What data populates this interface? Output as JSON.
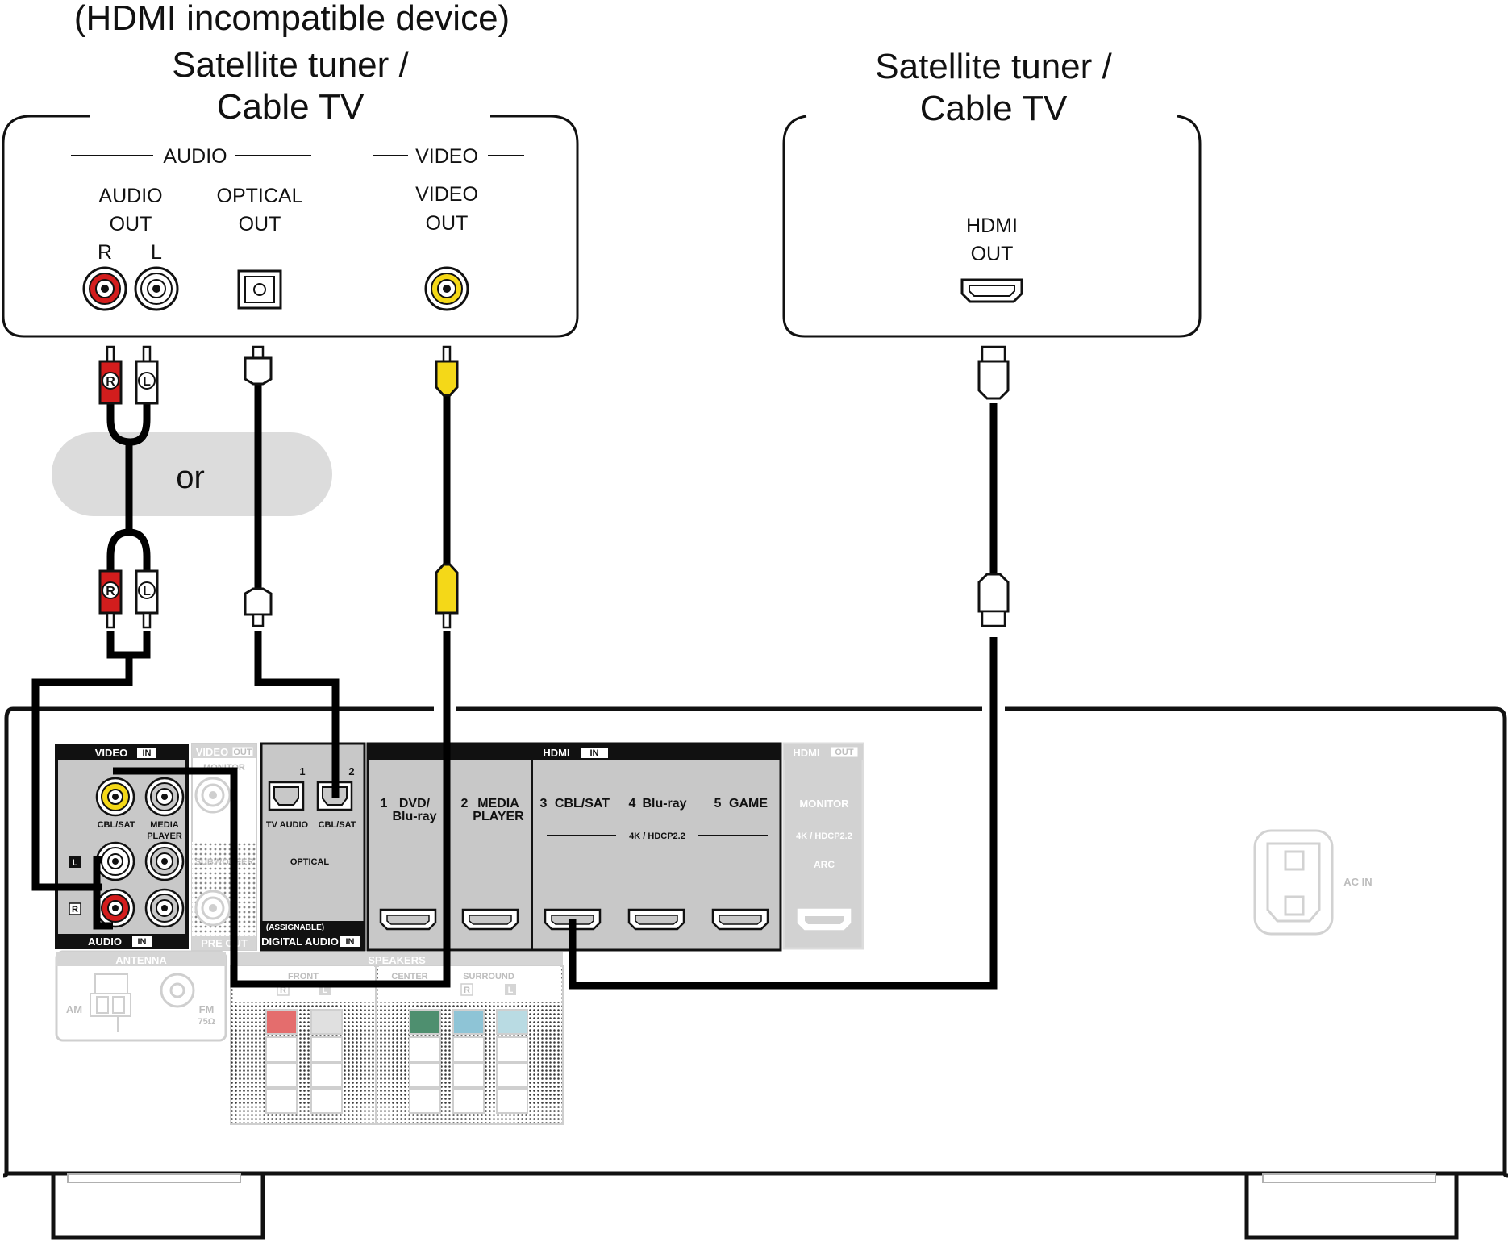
{
  "colors": {
    "red_jack": "#d31d1d",
    "yellow_jack": "#f4d818",
    "white_jack": "#ffffff",
    "panel_gray": "#c8c8c8",
    "panel_dark": "#111111",
    "faded_gray": "#bdbdbd",
    "or_band": "#dcdcdc",
    "sp_red": "#e46d6d",
    "sp_green": "#4e8f6f",
    "sp_blue": "#8ec4d6",
    "sp_lightblue": "#b9dbe3"
  },
  "left_device": {
    "note": "(HDMI incompatible device)",
    "title_line1": "Satellite tuner /",
    "title_line2": "Cable TV",
    "audio_group": "AUDIO",
    "video_group": "VIDEO",
    "audio_out_line1": "AUDIO",
    "audio_out_line2": "OUT",
    "r_label": "R",
    "l_label": "L",
    "optical_out_line1": "OPTICAL",
    "optical_out_line2": "OUT",
    "video_out_line1": "VIDEO",
    "video_out_line2": "OUT"
  },
  "right_device": {
    "title_line1": "Satellite tuner /",
    "title_line2": "Cable TV",
    "hdmi_out_line1": "HDMI",
    "hdmi_out_line2": "OUT"
  },
  "or_label": "or",
  "plug_letters": {
    "r": "R",
    "l": "L"
  },
  "receiver": {
    "video_in": "VIDEO",
    "in_badge": "IN",
    "out_badge": "OUT",
    "cbl_sat": "CBL/SAT",
    "media_player_line1": "MEDIA",
    "media_player_line2": "PLAYER",
    "audio_in": "AUDIO",
    "jack_l": "L",
    "jack_r": "R",
    "video_out": "VIDEO",
    "monitor_small": "MONITOR",
    "subwoofer": "SUBWOOFER",
    "pre_out": "PRE OUT",
    "opt_num1": "1",
    "opt_num2": "2",
    "tv_audio": "TV AUDIO",
    "opt_cbl_sat": "CBL/SAT",
    "optical": "OPTICAL",
    "assignable": "(ASSIGNABLE)",
    "digital_audio": "DIGITAL AUDIO",
    "hdmi_in": "HDMI",
    "hdmi_in_inputs": [
      {
        "num": "1",
        "line1": "DVD/",
        "line2": "Blu-ray"
      },
      {
        "num": "2",
        "line1": "MEDIA",
        "line2": "PLAYER"
      },
      {
        "num": "3",
        "line1": "CBL/SAT",
        "line2": ""
      },
      {
        "num": "4",
        "line1": "Blu-ray",
        "line2": ""
      },
      {
        "num": "5",
        "line1": "GAME",
        "line2": ""
      }
    ],
    "hdcp": "4K / HDCP2.2",
    "hdmi_out": "HDMI",
    "monitor": "MONITOR",
    "hdcp_out": "4K / HDCP2.2",
    "arc": "ARC",
    "antenna": "ANTENNA",
    "am": "AM",
    "fm": "FM",
    "ohm": "75Ω",
    "speakers": "SPEAKERS",
    "front": "FRONT",
    "center": "CENTER",
    "surround": "SURROUND",
    "sp_r": "R",
    "sp_l": "L",
    "ac_in": "AC IN"
  }
}
